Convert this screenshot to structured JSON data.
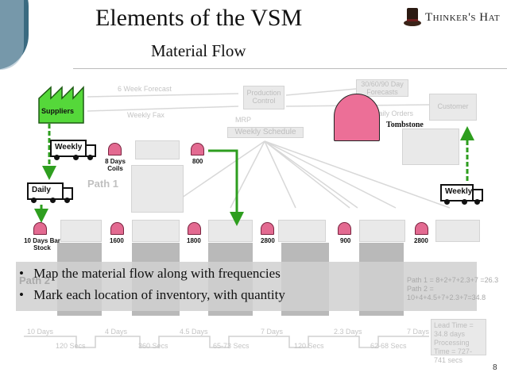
{
  "header": {
    "title": "Elements of the VSM",
    "subtitle": "Material Flow",
    "logo_text": "Thinker's Hat"
  },
  "diagram": {
    "ghost_labels": {
      "week_forecast": "6 Week  Forecast",
      "weekly_fax": "Weekly Fax",
      "production_control": "Production Control",
      "mrp": "MRP",
      "weekly_schedule": "Weekly Schedule",
      "forecasts": "30/60/90 Day Forecasts",
      "daily_orders": "Daily Orders",
      "customer": "Customer",
      "path1": "Path 1",
      "path2": "Path 2",
      "path_calc": "Path 1 = 8+2+7+2.3+7 =26.3  Path 2 = 10+4+4.5+7+2.3+7=34.8",
      "lead_time": "Lead Time = 34.8 days",
      "processing_time": "Processing Time = 727-741 secs"
    },
    "timeline": {
      "days": [
        "10 Days",
        "4 Days",
        "4.5 Days",
        "7 Days",
        "2.3 Days",
        "7 Days"
      ],
      "secs": [
        "120 Secs",
        "360 Secs",
        "65-73 Secs",
        "120 Secs",
        "62-68 Secs"
      ]
    },
    "supplier": {
      "label": "Suppliers",
      "color": "#55d83a"
    },
    "trucks": {
      "weekly_in": "Weekly",
      "daily": "Daily",
      "weekly_out": "Weekly"
    },
    "inventory": {
      "coils": "8 Days Coils",
      "i800": "800",
      "bar_stock": "10 Days Bar Stock",
      "i1600": "1600",
      "i1800": "1800",
      "i2800a": "2800",
      "i900": "900",
      "i2800b": "2800",
      "color": "#e36a91"
    },
    "legend": {
      "tombstone_label": "Tombstone"
    }
  },
  "bullets": [
    "Map the material flow along with frequencies",
    "Mark each location of inventory, with quantity"
  ],
  "footer": {
    "page_number": "8"
  }
}
